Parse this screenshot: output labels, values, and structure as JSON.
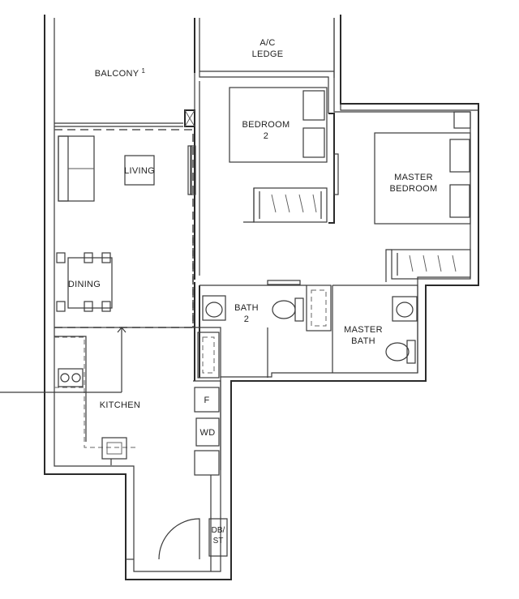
{
  "rooms": {
    "balcony": "BALCONY",
    "balcony_note": "1",
    "ac_ledge_1": "A/C",
    "ac_ledge_2": "LEDGE",
    "bedroom2_1": "BEDROOM",
    "bedroom2_2": "2",
    "living": "LIVING",
    "master_bedroom_1": "MASTER",
    "master_bedroom_2": "BEDROOM",
    "dining": "DINING",
    "bath2_1": "BATH",
    "bath2_2": "2",
    "master_bath_1": "MASTER",
    "master_bath_2": "BATH",
    "kitchen": "KITCHEN",
    "fridge": "F",
    "washer_dryer": "WD",
    "dbst_1": "DB/",
    "dbst_2": "ST"
  }
}
